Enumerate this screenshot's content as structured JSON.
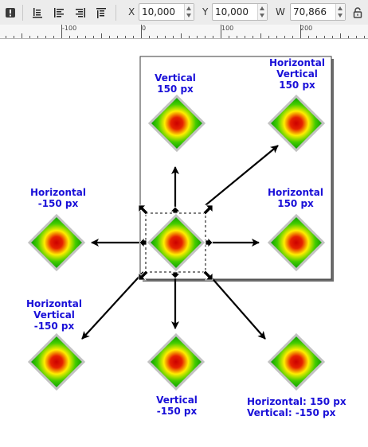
{
  "toolbar": {
    "x_label": "X",
    "x_value": "10,000",
    "y_label": "Y",
    "y_value": "10,000",
    "w_label": "W",
    "w_value": "70,866",
    "buttons": [
      "exclamation-icon",
      "align-bottom-icon",
      "align-left-icon",
      "align-right-icon",
      "align-top-icon",
      "lock-icon"
    ]
  },
  "ruler": {
    "labels": [
      "-100",
      "0",
      "100",
      "200"
    ]
  },
  "canvas": {
    "labels": {
      "top": "Vertical\n150 px",
      "top_right": "Horizontal\nVertical\n150 px",
      "left": "Horizontal\n-150 px",
      "right": "Horizontal\n150 px",
      "bottom_left": "Horizontal\nVertical\n-150 px",
      "bottom": "Vertical\n-150 px",
      "bottom_right": "Horizontal: 150 px\nVertical: -150 px"
    },
    "colors": {
      "label_text": "#1a10d8",
      "gradient_center": "#cc0000",
      "gradient_mid": "#ffee00",
      "gradient_outer": "#009900",
      "diamond_border": "#c2c2c2"
    }
  }
}
